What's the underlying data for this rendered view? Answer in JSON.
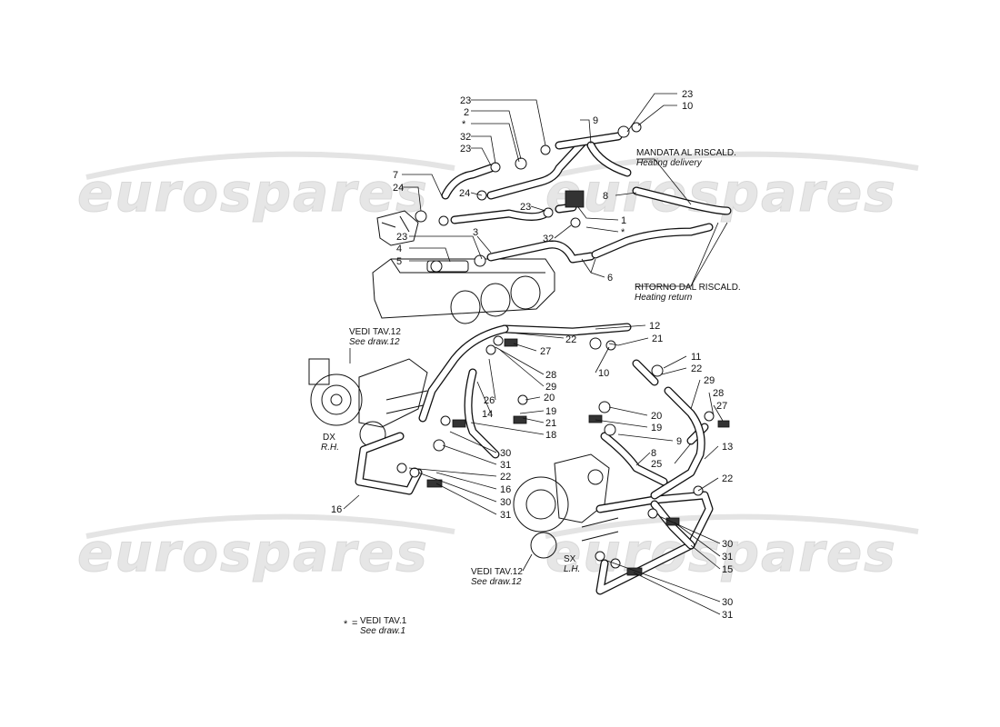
{
  "watermark": "eurospares",
  "upper_notes": {
    "delivery_it": "MANDATA AL RISCALD.",
    "delivery_en": "Heating delivery",
    "return_it": "RITORNO DAL RISCALD.",
    "return_en": "Heating return"
  },
  "turbo_notes": {
    "ref_it": "VEDI TAV.12",
    "ref_en": "See draw.12",
    "rh_it": "DX",
    "rh_en": "R.H.",
    "lh_it": "SX",
    "lh_en": "L.H."
  },
  "footnote": {
    "star": "*",
    "eq": "=",
    "ref_it": "VEDI TAV.1",
    "ref_en": "See draw.1"
  },
  "callouts_upper": [
    "23",
    "2",
    "*",
    "32",
    "23",
    "7",
    "24",
    "24",
    "23",
    "23",
    "4",
    "5",
    "3",
    "9",
    "23",
    "10",
    "8",
    "1",
    "*",
    "32",
    "6"
  ],
  "callouts_lower": [
    "12",
    "22",
    "27",
    "21",
    "10",
    "11",
    "22",
    "29",
    "28",
    "27",
    "28",
    "29",
    "26",
    "20",
    "14",
    "19",
    "21",
    "18",
    "20",
    "19",
    "9",
    "8",
    "25",
    "13",
    "22",
    "30",
    "31",
    "22",
    "16",
    "30",
    "31",
    "16",
    "30",
    "31",
    "15",
    "30",
    "31"
  ]
}
